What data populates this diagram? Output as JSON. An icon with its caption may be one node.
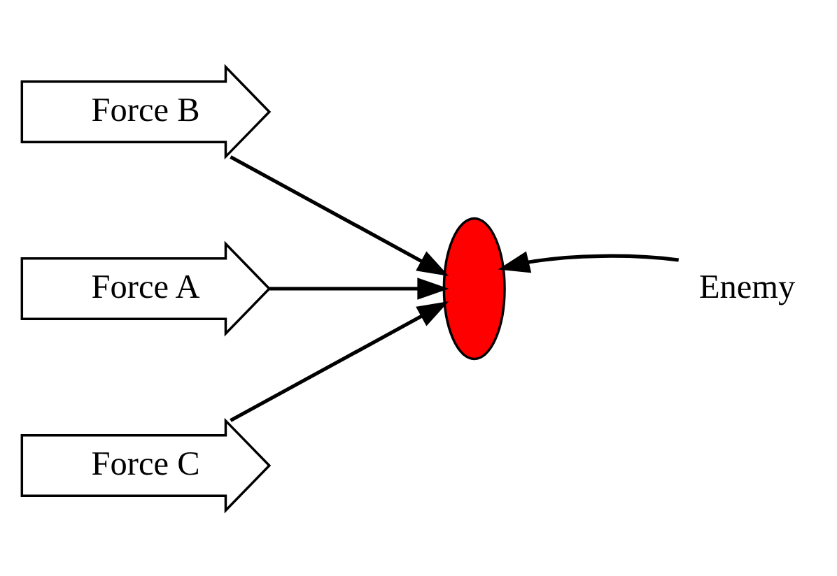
{
  "diagram": {
    "nodes": [
      {
        "text": [
          "Force B"
        ]
      },
      {
        "text": [
          "Force A"
        ]
      },
      {
        "text": [
          "Force C"
        ]
      },
      {
        "text": [],
        "shape": "ellipse"
      },
      {
        "text": [
          "Enemy"
        ]
      }
    ],
    "edges": [
      {
        "from": 0,
        "to": 3,
        "arrow": "to"
      },
      {
        "from": 1,
        "to": 3,
        "arrow": "to"
      },
      {
        "from": 2,
        "to": 3,
        "arrow": "to"
      },
      {
        "from": 4,
        "to": 3,
        "arrow": "to"
      }
    ]
  }
}
